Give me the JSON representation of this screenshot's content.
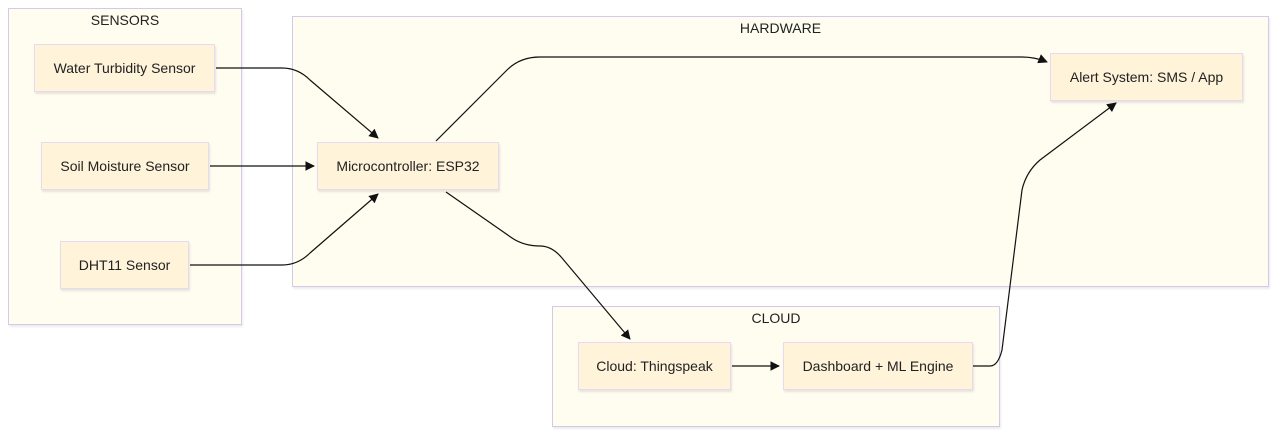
{
  "clusters": {
    "sensors": "SENSORS",
    "hardware": "HARDWARE",
    "cloud": "CLOUD"
  },
  "nodes": {
    "water_turbidity": "Water Turbidity Sensor",
    "soil_moisture": "Soil Moisture Sensor",
    "dht11": "DHT11 Sensor",
    "microcontroller": "Microcontroller: ESP32",
    "alert_system": "Alert System: SMS / App",
    "cloud_thingspeak": "Cloud: Thingspeak",
    "dashboard_ml": "Dashboard + ML Engine"
  },
  "edges": [
    {
      "from": "water_turbidity",
      "to": "microcontroller"
    },
    {
      "from": "soil_moisture",
      "to": "microcontroller"
    },
    {
      "from": "dht11",
      "to": "microcontroller"
    },
    {
      "from": "microcontroller",
      "to": "alert_system"
    },
    {
      "from": "microcontroller",
      "to": "cloud_thingspeak"
    },
    {
      "from": "cloud_thingspeak",
      "to": "dashboard_ml"
    },
    {
      "from": "dashboard_ml",
      "to": "alert_system"
    }
  ]
}
